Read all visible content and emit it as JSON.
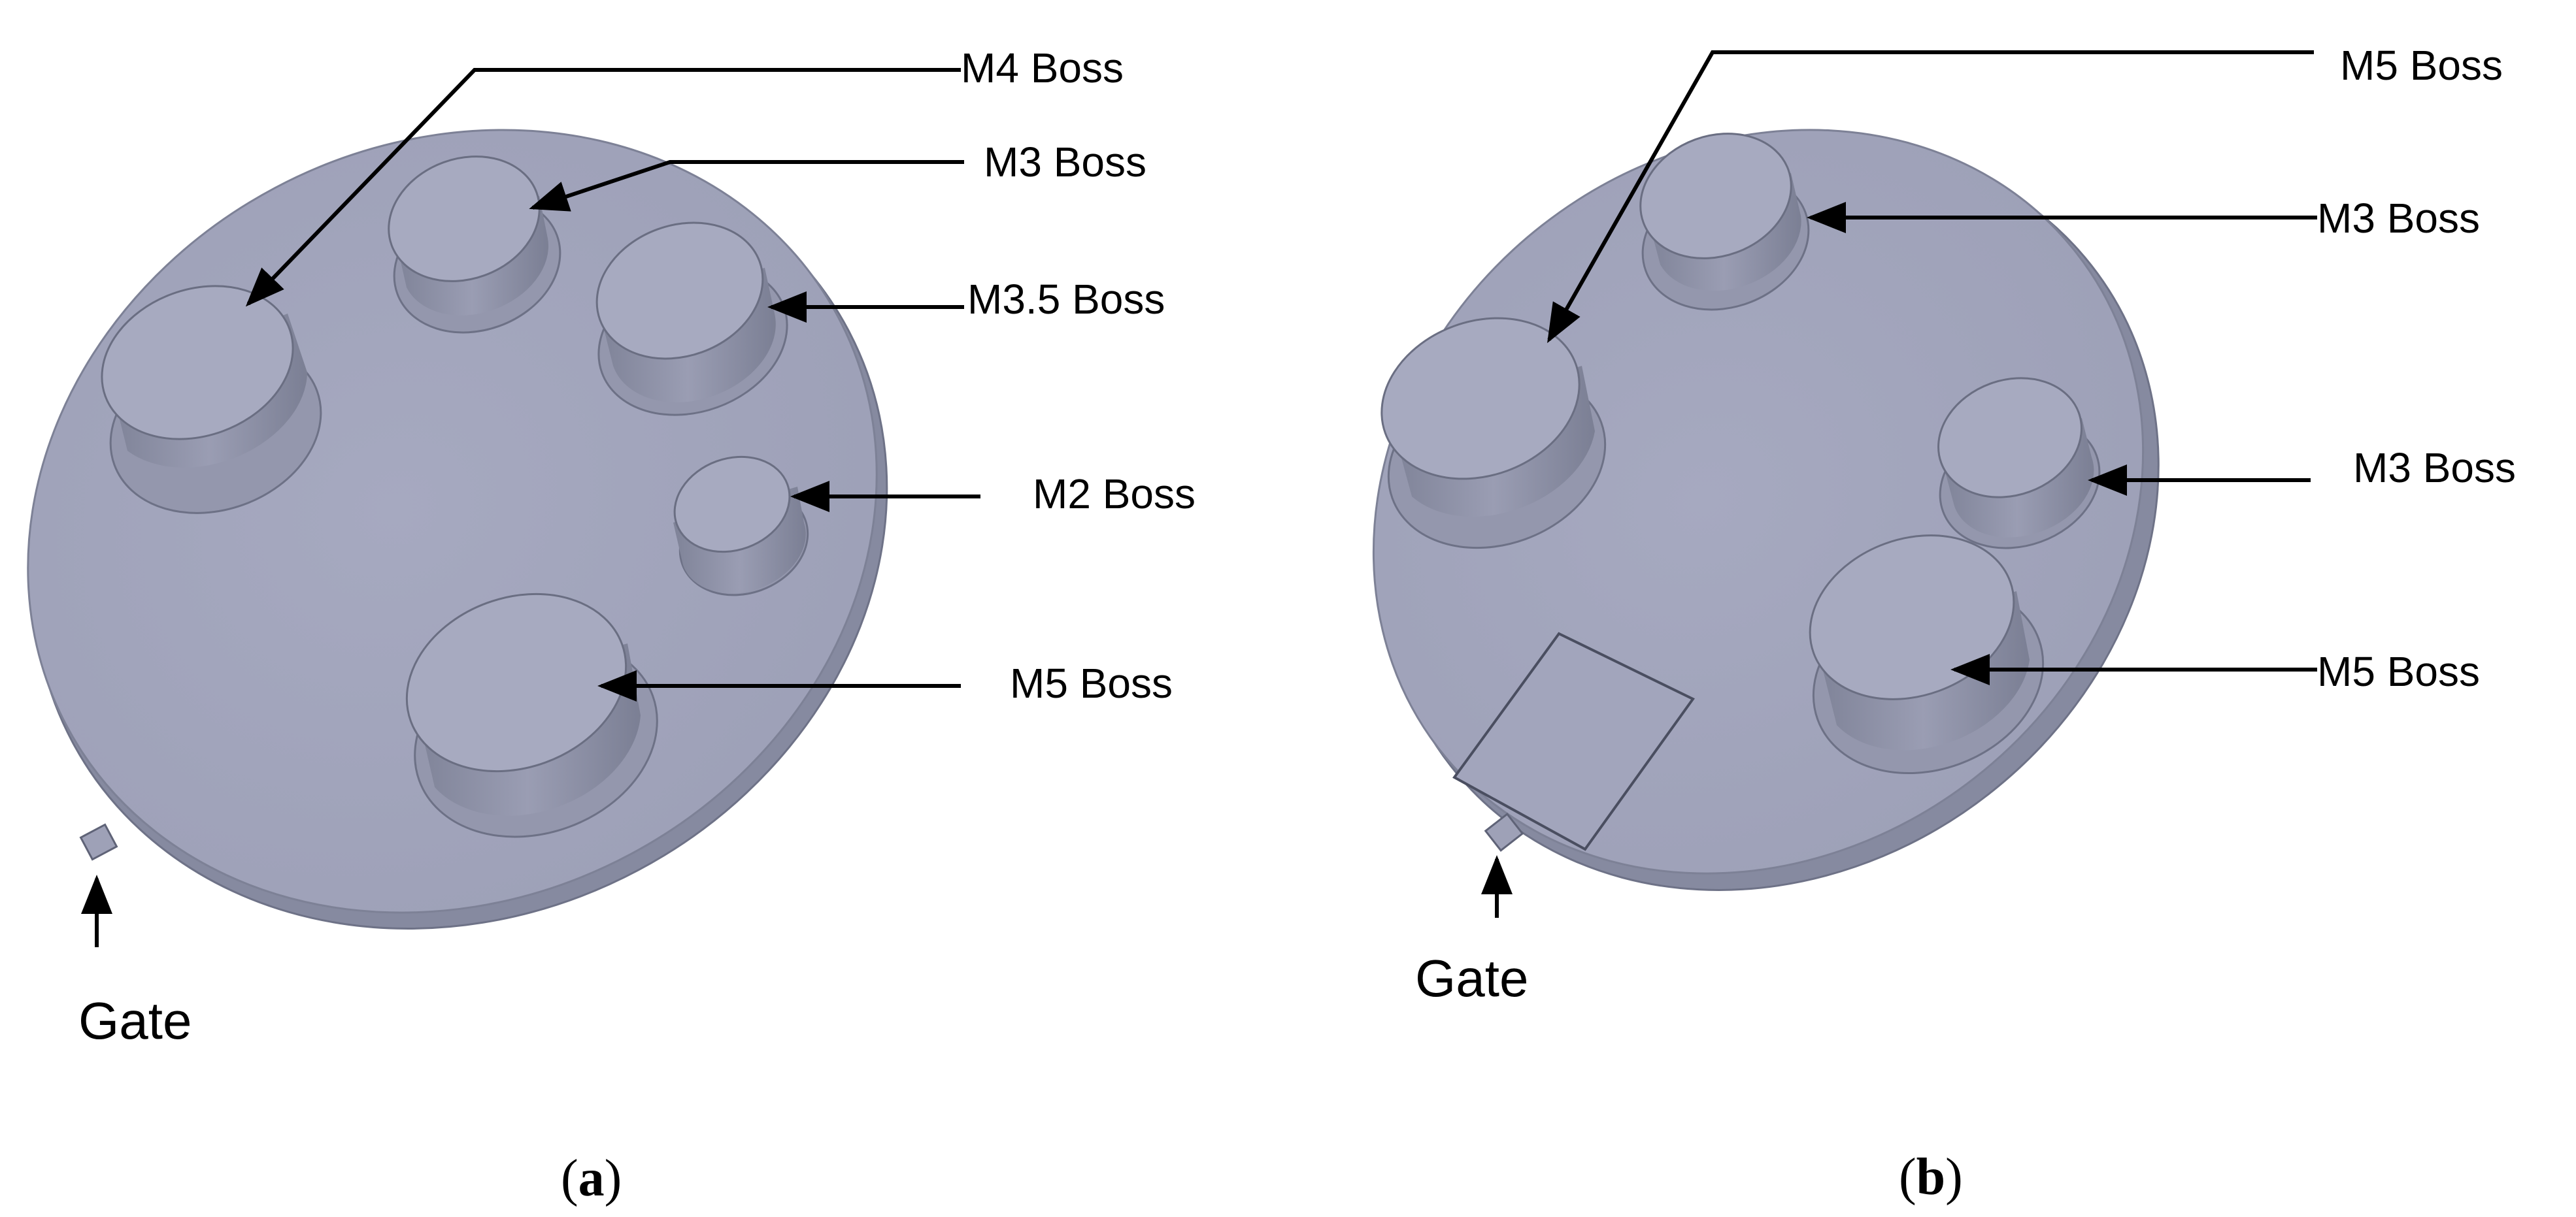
{
  "colors": {
    "plate_top": "#a3a6bd",
    "plate_edge": "#8c90a6",
    "boss_side": "#8a8ea4",
    "boss_top": "#a7aac0",
    "label_text": "#000000"
  },
  "panel_a": {
    "caption_open": "(",
    "caption_letter": "a",
    "caption_close": ")",
    "gate_label": "Gate",
    "callouts": [
      {
        "id": "m4",
        "label": "M4 Boss"
      },
      {
        "id": "m3",
        "label": "M3 Boss"
      },
      {
        "id": "m35",
        "label": "M3.5 Boss"
      },
      {
        "id": "m2",
        "label": "M2 Boss"
      },
      {
        "id": "m5",
        "label": "M5 Boss"
      }
    ]
  },
  "panel_b": {
    "caption_open": "(",
    "caption_letter": "b",
    "caption_close": ")",
    "gate_label": "Gate",
    "callouts": [
      {
        "id": "m5-top",
        "label": "M5 Boss"
      },
      {
        "id": "m3-top",
        "label": "M3 Boss"
      },
      {
        "id": "m3-right",
        "label": "M3 Boss"
      },
      {
        "id": "m5-bottom",
        "label": "M5 Boss"
      }
    ]
  }
}
